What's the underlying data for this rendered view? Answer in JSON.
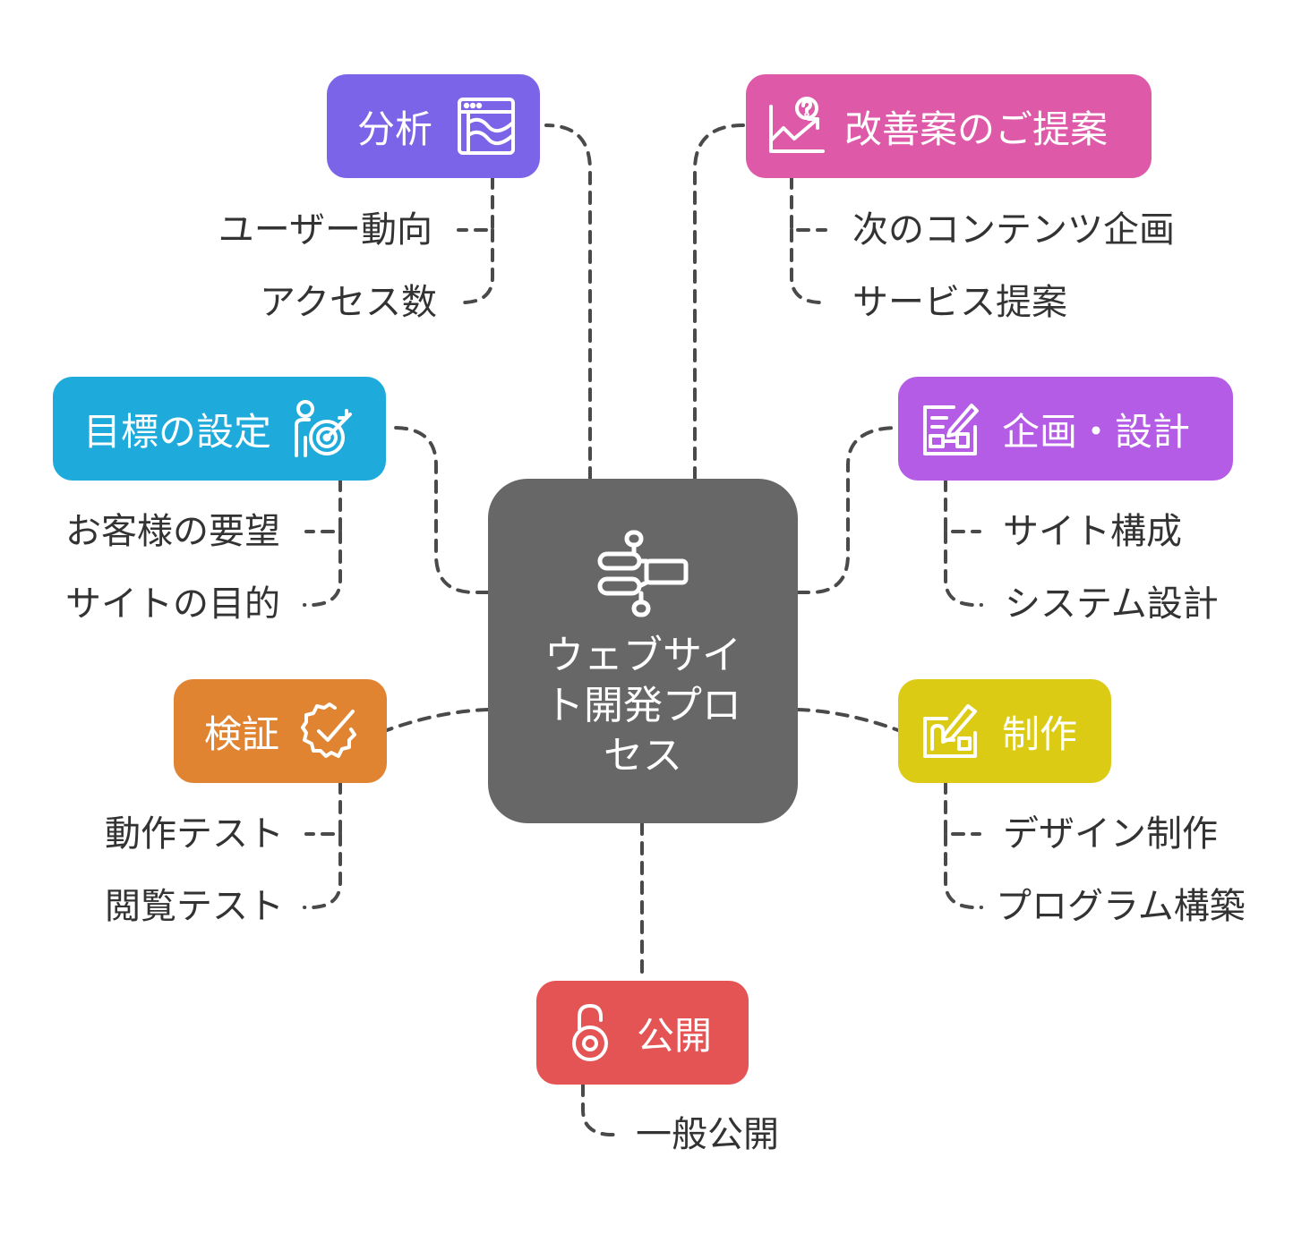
{
  "center": {
    "title": "ウェブサイト開発プロセス",
    "icon": "puzzle-flow-icon",
    "color": "#676767"
  },
  "nodes": {
    "analysis": {
      "label": "分析",
      "icon": "browser-chart-icon",
      "color": "#7C64E8",
      "items": [
        "ユーザー動向",
        "アクセス数"
      ]
    },
    "proposal": {
      "label": "改善案のご提案",
      "icon": "chart-question-icon",
      "color": "#DE5AA8",
      "items": [
        "次のコンテンツ企画",
        "サービス提案"
      ]
    },
    "goals": {
      "label": "目標の設定",
      "icon": "person-target-icon",
      "color": "#1EAADB",
      "items": [
        "お客様の要望",
        "サイトの目的"
      ]
    },
    "planning": {
      "label": "企画・設計",
      "icon": "blueprint-pencil-icon",
      "color": "#B45CE6",
      "items": [
        "サイト構成",
        "システム設計"
      ]
    },
    "testing": {
      "label": "検証",
      "icon": "gear-check-icon",
      "color": "#E08432",
      "items": [
        "動作テスト",
        "閲覧テスト"
      ]
    },
    "production": {
      "label": "制作",
      "icon": "build-pencil-icon",
      "color": "#DCCB14",
      "items": [
        "デザイン制作",
        "プログラム構築"
      ]
    },
    "publish": {
      "label": "公開",
      "icon": "unlock-icon",
      "color": "#E45454",
      "items": [
        "一般公開"
      ]
    }
  }
}
